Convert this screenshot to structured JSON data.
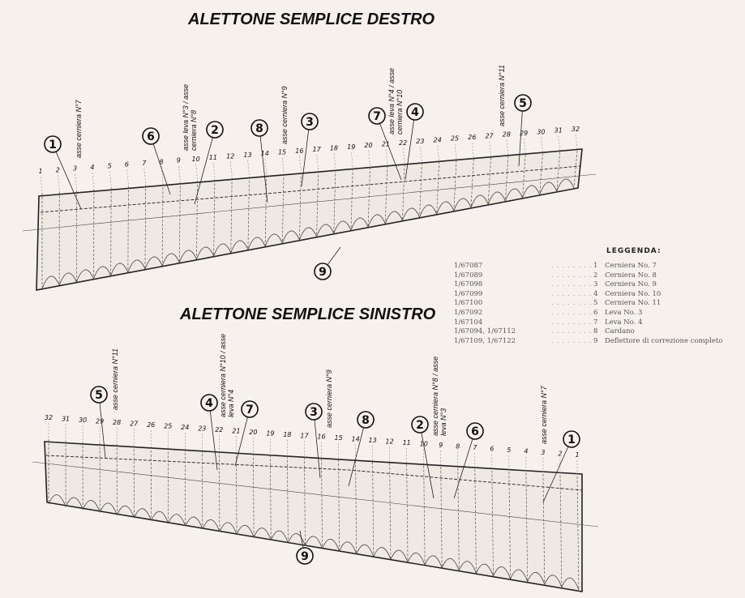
{
  "titles": {
    "right": "ALETTONE SEMPLICE DESTRO",
    "left": "ALETTONE SEMPLICE SINISTRO"
  },
  "legend": {
    "heading": "LEGGENDA:",
    "rows": [
      {
        "code": "1/67087",
        "num": "1",
        "desc": "Cerniera No. 7"
      },
      {
        "code": "1/67089",
        "num": "2",
        "desc": "Cerniera No. 8"
      },
      {
        "code": "1/67098",
        "num": "3",
        "desc": "Cerniera No. 9"
      },
      {
        "code": "1/67099",
        "num": "4",
        "desc": "Cerniera No. 10"
      },
      {
        "code": "1/67100",
        "num": "5",
        "desc": "Cerniera No. 11"
      },
      {
        "code": "1/67092",
        "num": "6",
        "desc": "Leva No. 3"
      },
      {
        "code": "1/67104",
        "num": "7",
        "desc": "Leva No. 4"
      },
      {
        "code": "1/67094, 1/67112",
        "num": "8",
        "desc": "Cardano"
      },
      {
        "code": "1/67109, 1/67122",
        "num": "9",
        "desc": "Deflettore di correzione completo"
      }
    ]
  },
  "top": {
    "stations": [
      "1",
      "2",
      "3",
      "4",
      "5",
      "6",
      "7",
      "8",
      "9",
      "10",
      "11",
      "12",
      "13",
      "14",
      "15",
      "16",
      "17",
      "18",
      "19",
      "20",
      "21",
      "22",
      "23",
      "24",
      "25",
      "26",
      "27",
      "28",
      "29",
      "30",
      "31",
      "32"
    ],
    "callouts": [
      {
        "n": "1",
        "label": "asse cerniera N°7"
      },
      {
        "n": "6",
        "label": ""
      },
      {
        "n": "2",
        "label": "asse leva N°3 / asse cerniera N°8"
      },
      {
        "n": "8",
        "label": ""
      },
      {
        "n": "3",
        "label": "asse cerniera N°9"
      },
      {
        "n": "7",
        "label": ""
      },
      {
        "n": "4",
        "label": "asse leva N°4 / asse cerniera N°10"
      },
      {
        "n": "5",
        "label": "asse cerniera N°11"
      },
      {
        "n": "9",
        "label": ""
      }
    ]
  },
  "bottom": {
    "stations": [
      "32",
      "31",
      "30",
      "29",
      "28",
      "27",
      "26",
      "25",
      "24",
      "23",
      "22",
      "21",
      "20",
      "19",
      "18",
      "17",
      "16",
      "15",
      "14",
      "13",
      "12",
      "11",
      "10",
      "9",
      "8",
      "7",
      "6",
      "5",
      "4",
      "3",
      "2",
      "1"
    ],
    "callouts": [
      {
        "n": "5",
        "label": "asse cerniera N°11"
      },
      {
        "n": "4",
        "label": "asse cerniera N°10 / asse leva N°4"
      },
      {
        "n": "7",
        "label": ""
      },
      {
        "n": "3",
        "label": "asse cerniera N°9"
      },
      {
        "n": "8",
        "label": ""
      },
      {
        "n": "2",
        "label": "asse cerniera N°8 / asse leva N°3"
      },
      {
        "n": "6",
        "label": ""
      },
      {
        "n": "1",
        "label": "asse cerniera N°7"
      },
      {
        "n": "9",
        "label": ""
      }
    ]
  }
}
